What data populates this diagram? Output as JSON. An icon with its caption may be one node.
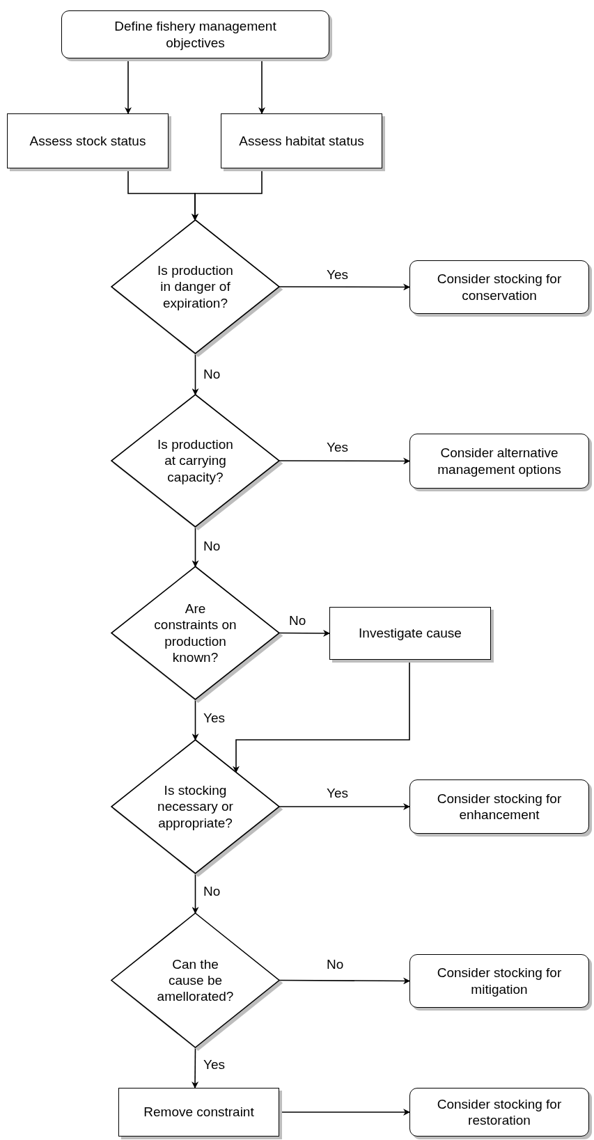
{
  "diagram": {
    "nodes": [
      {
        "text": [
          "Define fishery management objectives"
        ]
      },
      {
        "text": [
          "Assess stock status"
        ]
      },
      {
        "text": [
          "Assess habitat status"
        ]
      },
      {
        "text": [
          "Is production in danger of expiration?"
        ]
      },
      {
        "text": [
          "Consider stocking for conservation"
        ]
      },
      {
        "text": [
          "Is production at carrying capacity?"
        ]
      },
      {
        "text": [
          "Consider alternative management options"
        ]
      },
      {
        "text": [
          "Are constraints on production known?"
        ]
      },
      {
        "text": [
          "Investigate cause"
        ]
      },
      {
        "text": [
          "Is stocking necessary or appropriate?"
        ]
      },
      {
        "text": [
          "Consider stocking for enhancement"
        ]
      },
      {
        "text": [
          "Can the cause be amellorated?"
        ]
      },
      {
        "text": [
          "Consider stocking for mitigation"
        ]
      },
      {
        "text": [
          "Remove constraint"
        ]
      },
      {
        "text": [
          "Consider stocking for restoration"
        ]
      }
    ],
    "edges": [
      {
        "from": 0,
        "to": 1,
        "arrow": "to"
      },
      {
        "from": 0,
        "to": 2,
        "arrow": "to"
      },
      {
        "from": 1,
        "to": 3,
        "arrow": "to"
      },
      {
        "from": 2,
        "to": 3,
        "arrow": "to"
      },
      {
        "from": 3,
        "to": 4,
        "arrow": "to",
        "label": "Yes"
      },
      {
        "from": 3,
        "to": 5,
        "arrow": "to",
        "label": "No"
      },
      {
        "from": 5,
        "to": 6,
        "arrow": "to",
        "label": "Yes"
      },
      {
        "from": 5,
        "to": 7,
        "arrow": "to",
        "label": "No"
      },
      {
        "from": 7,
        "to": 8,
        "arrow": "to",
        "label": "No"
      },
      {
        "from": 7,
        "to": 9,
        "arrow": "to",
        "label": "Yes"
      },
      {
        "from": 8,
        "to": 9,
        "arrow": "to"
      },
      {
        "from": 9,
        "to": 10,
        "arrow": "to",
        "label": "Yes"
      },
      {
        "from": 9,
        "to": 11,
        "arrow": "to",
        "label": "No"
      },
      {
        "from": 11,
        "to": 12,
        "arrow": "to",
        "label": "No"
      },
      {
        "from": 11,
        "to": 13,
        "arrow": "to",
        "label": "Yes"
      },
      {
        "from": 13,
        "to": 14,
        "arrow": "to"
      }
    ]
  }
}
